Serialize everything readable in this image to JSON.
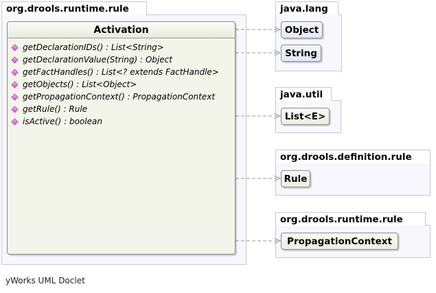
{
  "packages": {
    "runtime_rule_main": "org.drools.runtime.rule",
    "java_lang": "java.lang",
    "java_util": "java.util",
    "definition_rule": "org.drools.definition.rule",
    "runtime_rule_dep": "org.drools.runtime.rule"
  },
  "main_class": {
    "name": "Activation",
    "methods": [
      "getDeclarationIDs() : List<String>",
      "getDeclarationValue(String) : Object",
      "getFactHandles() : List<? extends FactHandle>",
      "getObjects() : List<Object>",
      "getPropagationContext() : PropagationContext",
      "getRule() : Rule",
      "isActive() : boolean"
    ]
  },
  "classes": {
    "object": "Object",
    "string": "String",
    "list": "List<E>",
    "rule": "Rule",
    "propagation_context": "PropagationContext"
  },
  "footer": "yWorks UML Doclet",
  "colors": {
    "package_border": "#c8c8d8",
    "package_fill": "#f7f7fd",
    "class_fill_green": "#eef1e4",
    "class_fill_blue": "#e6ebf7",
    "method_icon": "#d84cc3",
    "edge": "#999999"
  },
  "icons": {
    "method": "method-diamond-icon"
  }
}
